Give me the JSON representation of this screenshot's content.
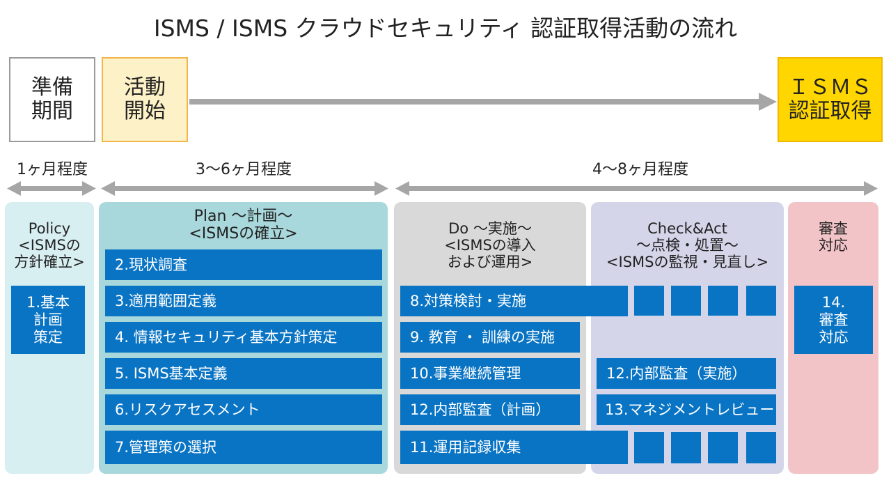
{
  "title": "ISMS / ISMS クラウドセキュリティ 認証取得活動の流れ",
  "stages": {
    "prep": "準備\n期間",
    "start": "活動\n開始",
    "goal": "ＩＳＭＳ\n認証取得"
  },
  "durations": {
    "prep": "1ヶ月程度",
    "plan": "3〜6ヶ月程度",
    "do": "4〜8ヶ月程度"
  },
  "phases": {
    "policy": "Policy\n<ISMSの\n方針確立>",
    "plan": "Plan 〜計画〜\n<ISMSの確立>",
    "do": "Do 〜実施〜\n<ISMSの導入\nおよび運用>",
    "check": "Check&Act\n〜点検・処置〜\n<ISMSの監視・見直し>",
    "review": "審査\n対応"
  },
  "tasks": {
    "t1": "1.基本\n計画\n策定",
    "t2": "2.現状調査",
    "t3": "3.適用範囲定義",
    "t4": "4. 情報セキュリティ基本方針策定",
    "t5": "5. ISMS基本定義",
    "t6": "6.リスクアセスメント",
    "t7": "7.管理策の選択",
    "t8": "8.対策検討・実施",
    "t9": "9. 教育 ・ 訓練の実施",
    "t10": "10.事業継続管理",
    "t12plan": "12.内部監査（計画）",
    "t11": "11.運用記録収集",
    "t12do": "12.内部監査（実施）",
    "t13": "13.マネジメントレビュー",
    "t14": "14.\n審査\n対応"
  },
  "colors": {
    "task_blue": "#0a74c4",
    "policy_bg": "#d8eff2",
    "plan_bg": "#a8d8dc",
    "do_bg": "#d9d9d9",
    "check_bg": "#d5d5ea",
    "review_bg": "#f2c4c8",
    "goal_yellow": "#ffd600",
    "start_bg": "#fdf1c7",
    "arrow_gray": "#a6a6a6"
  }
}
